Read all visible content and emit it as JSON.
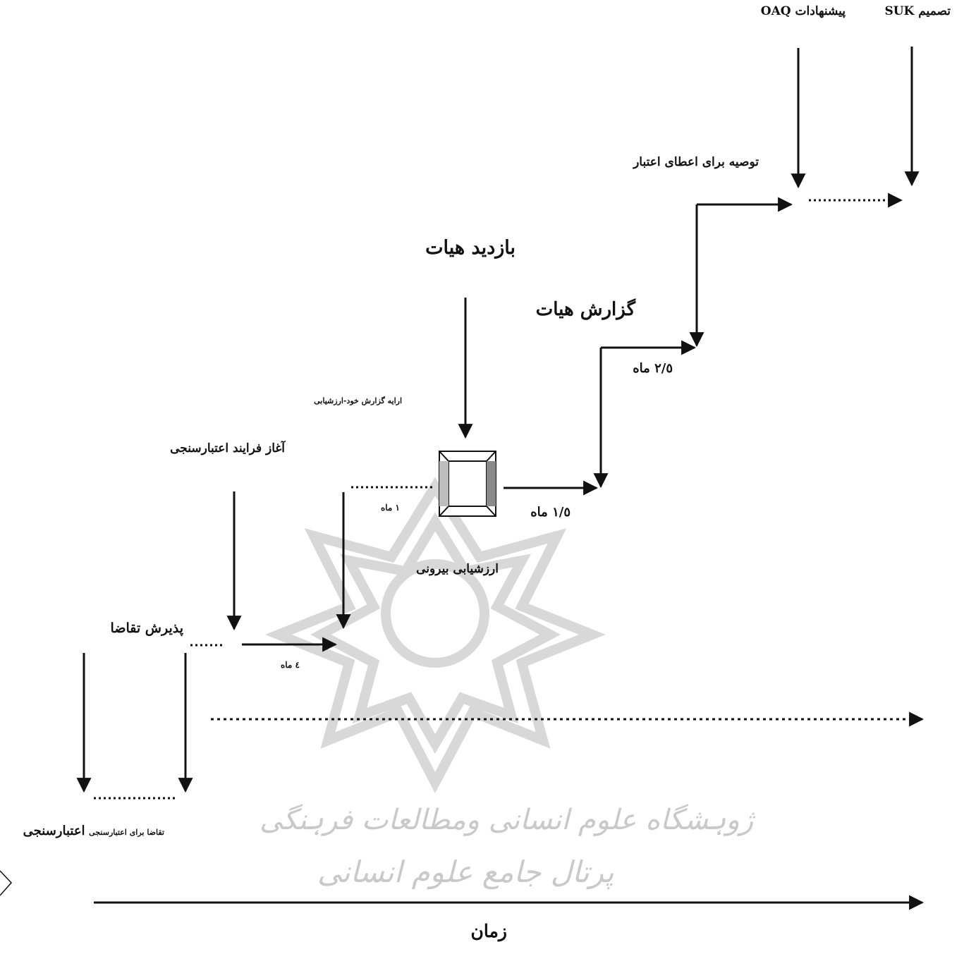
{
  "labels": {
    "suk_decision": "تصمیم SUK",
    "oaq_proposals": "پیشنهادات OAQ",
    "recommendation": "توصیه برای اعطای اعتبار",
    "panel_visit": "بازدید هیات",
    "panel_report": "گزارش هیات",
    "self_eval_report": "ارایه گزارش خود-ارزشیابی",
    "start_process": "آغاز فرایند اعتبارسنجی",
    "accept_request": "پذیرش تقاضا",
    "external_eval": "ارزشیابی بیرونی",
    "request_small": "تقاضا برای اعتبارسنجی",
    "request_bold": "اعتبارسنجی",
    "time": "زمان"
  },
  "durations": {
    "d4": "٤ ماه",
    "d1": "١ ماه",
    "d1_5": "١/٥ ماه",
    "d2_5": "٢/٥ ماه"
  },
  "watermark": {
    "line1": "ژوہشگاه علوم انسانی ومطالعات فرہنگی",
    "line2": "پرتال جامع علوم انسانی"
  },
  "colors": {
    "ink": "#111111",
    "watermark": "#d0d0d0"
  }
}
